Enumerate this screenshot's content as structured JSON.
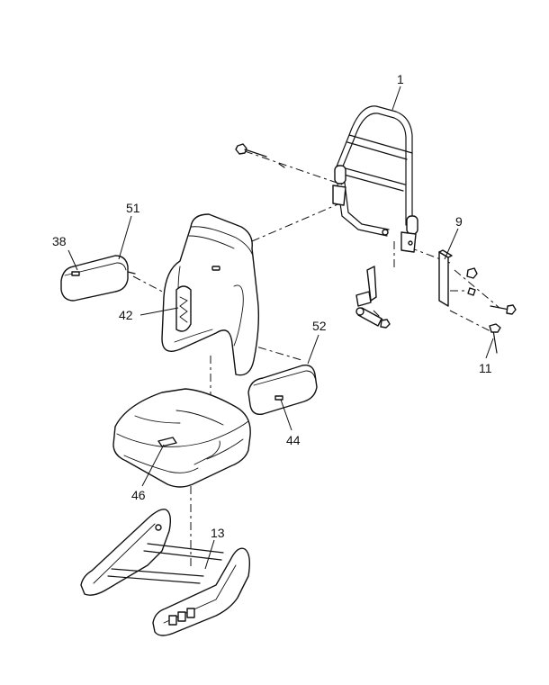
{
  "diagram": {
    "callouts": [
      {
        "id": "c1",
        "label": "1"
      },
      {
        "id": "c9",
        "label": "9"
      },
      {
        "id": "c11",
        "label": "11"
      },
      {
        "id": "c13",
        "label": "13"
      },
      {
        "id": "c38",
        "label": "38"
      },
      {
        "id": "c42",
        "label": "42"
      },
      {
        "id": "c44",
        "label": "44"
      },
      {
        "id": "c46",
        "label": "46"
      },
      {
        "id": "c51",
        "label": "51"
      },
      {
        "id": "c52",
        "label": "52"
      }
    ]
  }
}
